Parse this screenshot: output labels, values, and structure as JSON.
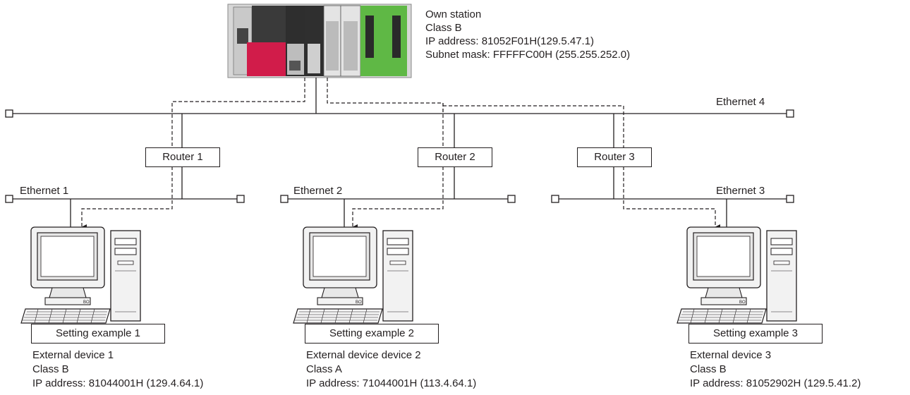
{
  "own_station": {
    "title": "Own station",
    "class": "Class B",
    "ip": "IP address: 81052F01H(129.5.47.1)",
    "subnet": "Subnet mask: FFFFFC00H (255.255.252.0)"
  },
  "networks": {
    "ethernet1": "Ethernet 1",
    "ethernet2": "Ethernet 2",
    "ethernet3": "Ethernet 3",
    "ethernet4": "Ethernet 4"
  },
  "routers": [
    "Router 1",
    "Router 2",
    "Router 3"
  ],
  "examples": [
    {
      "label": "Setting example 1",
      "device": "External device 1",
      "class": "Class B",
      "ip": "IP address: 81044001H (129.4.64.1)"
    },
    {
      "label": "Setting example 2",
      "device": "External device device 2",
      "class": "Class A",
      "ip": "IP address: 71044001H (113.4.64.1)"
    },
    {
      "label": "Setting example 3",
      "device": "External device 3",
      "class": "Class B",
      "ip": "IP address: 81052902H (129.5.41.2)"
    }
  ],
  "colors": {
    "line": "#231f20",
    "plc_red": "#d11c4a",
    "plc_green": "#5fb845",
    "plc_dark": "#3a3a3a",
    "plc_gray": "#d7d7d7"
  }
}
